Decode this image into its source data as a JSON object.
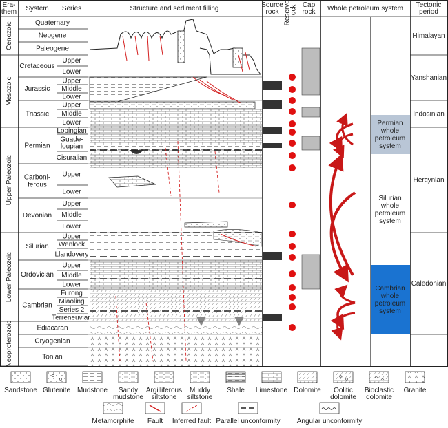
{
  "headers": {
    "erathem": "Era-\nthem",
    "system": "System",
    "series": "Series",
    "structure": "Structure and sediment filling",
    "source": "Source\nrock",
    "reservoir": "Reservoir\nrock",
    "cap": "Cap\nrock",
    "whole": "Whole petroleum system",
    "tectonic": "Tectonic\nperiod"
  },
  "erathems": [
    {
      "id": "cenozoic",
      "label": "Cenozoic"
    },
    {
      "id": "mesozoic",
      "label": "Mesozoic"
    },
    {
      "id": "upper-paleozoic",
      "label": "Upper Paleozoic"
    },
    {
      "id": "lower-paleozoic",
      "label": "Lower Paleozoic"
    },
    {
      "id": "neoproterozoic",
      "label": "Neoproterozoic"
    }
  ],
  "systems": [
    {
      "id": "quaternary",
      "label": "Quaternary"
    },
    {
      "id": "neogene",
      "label": "Neogene"
    },
    {
      "id": "paleogene",
      "label": "Paleogene"
    },
    {
      "id": "cretaceous",
      "label": "Cretaceous"
    },
    {
      "id": "jurassic",
      "label": "Jurassic"
    },
    {
      "id": "triassic",
      "label": "Triassic"
    },
    {
      "id": "permian",
      "label": "Permian"
    },
    {
      "id": "carboniferous",
      "label": "Carboni-\nferous"
    },
    {
      "id": "devonian",
      "label": "Devonian"
    },
    {
      "id": "silurian",
      "label": "Silurian"
    },
    {
      "id": "ordovician",
      "label": "Ordovician"
    },
    {
      "id": "cambrian",
      "label": "Cambrian"
    },
    {
      "id": "ediacaran",
      "label": "Ediacaran"
    },
    {
      "id": "cryogenian",
      "label": "Cryogenian"
    },
    {
      "id": "tonian",
      "label": "Tonian"
    }
  ],
  "series": [
    {
      "id": "cret-upper",
      "label": "Upper"
    },
    {
      "id": "cret-lower",
      "label": "Lower"
    },
    {
      "id": "jur-upper",
      "label": "Upper"
    },
    {
      "id": "jur-middle",
      "label": "Middle"
    },
    {
      "id": "jur-lower",
      "label": "Lower"
    },
    {
      "id": "tri-upper",
      "label": "Upper"
    },
    {
      "id": "tri-middle",
      "label": "Middle"
    },
    {
      "id": "tri-lower",
      "label": "Lower"
    },
    {
      "id": "perm-lopingian",
      "label": "Lopingian"
    },
    {
      "id": "perm-guadeloupian",
      "label": "Guade-\nloupian"
    },
    {
      "id": "perm-cisuralian",
      "label": "Cisuralian"
    },
    {
      "id": "carb-upper",
      "label": "Upper"
    },
    {
      "id": "carb-lower",
      "label": "Lower"
    },
    {
      "id": "dev-upper",
      "label": "Upper"
    },
    {
      "id": "dev-middle",
      "label": "Middle"
    },
    {
      "id": "dev-lower",
      "label": "Lower"
    },
    {
      "id": "sil-upper",
      "label": "Upper"
    },
    {
      "id": "sil-wenlock",
      "label": "Wenlock"
    },
    {
      "id": "sil-llandovery",
      "label": "Llandovery"
    },
    {
      "id": "ord-upper",
      "label": "Upper"
    },
    {
      "id": "ord-middle",
      "label": "Middle"
    },
    {
      "id": "ord-lower",
      "label": "Lower"
    },
    {
      "id": "cam-furong",
      "label": "Furong"
    },
    {
      "id": "cam-miaoling",
      "label": "Miaoling"
    },
    {
      "id": "cam-series2",
      "label": "Series 2"
    },
    {
      "id": "cam-terreneuvian",
      "label": "Terreneuvian"
    }
  ],
  "petroleum_systems": [
    {
      "id": "permian-system",
      "label": "Permian\nwhole\npetroleum\nsystem",
      "color": "#b9c6d6"
    },
    {
      "id": "silurian-system",
      "label": "Silurian\nwhole\npetroleum\nsystem",
      "color": "#ffffff"
    },
    {
      "id": "cambrian-system",
      "label": "Cambrian\nwhole\npetroleum\nsystem",
      "color": "#1a73d1"
    }
  ],
  "tectonic_periods": [
    {
      "id": "himalayan",
      "label": "Himalayan"
    },
    {
      "id": "yanshanian",
      "label": "Yanshanian"
    },
    {
      "id": "indosinian",
      "label": "Indosinian"
    },
    {
      "id": "hercynian",
      "label": "Hercynian"
    },
    {
      "id": "caledonian",
      "label": "Caledonian"
    }
  ],
  "legend": [
    {
      "id": "sandstone",
      "label": "Sandstone",
      "icon": "sandstone-icon"
    },
    {
      "id": "glutenite",
      "label": "Glutenite",
      "icon": "glutenite-icon"
    },
    {
      "id": "mudstone",
      "label": "Mudstone",
      "icon": "mudstone-icon"
    },
    {
      "id": "sandy-mudstone",
      "label": "Sandy\nmudstone",
      "icon": "sandy-mudstone-icon"
    },
    {
      "id": "argilliferous-siltstone",
      "label": "Argilliferous\nsiltstone",
      "icon": "argilliferous-siltstone-icon"
    },
    {
      "id": "muddy-siltstone",
      "label": "Muddy\nsiltstone",
      "icon": "muddy-siltstone-icon"
    },
    {
      "id": "shale",
      "label": "Shale",
      "icon": "shale-icon"
    },
    {
      "id": "limestone",
      "label": "Limestone",
      "icon": "limestone-icon"
    },
    {
      "id": "dolomite",
      "label": "Dolomite",
      "icon": "dolomite-icon"
    },
    {
      "id": "oolitic-dolomite",
      "label": "Oolitic\ndolomite",
      "icon": "oolitic-dolomite-icon"
    },
    {
      "id": "bioclastic-dolomite",
      "label": "Bioclastic\ndolomite",
      "icon": "bioclastic-dolomite-icon"
    },
    {
      "id": "granite",
      "label": "Granite",
      "icon": "granite-icon"
    },
    {
      "id": "metamorphite",
      "label": "Metamorphite",
      "icon": "metamorphite-icon"
    },
    {
      "id": "fault",
      "label": "Fault",
      "icon": "fault-icon"
    },
    {
      "id": "inferred-fault",
      "label": "Inferred fault",
      "icon": "inferred-fault-icon"
    },
    {
      "id": "parallel-unconformity",
      "label": "Parallel unconformity",
      "icon": "parallel-unconformity-icon"
    },
    {
      "id": "angular-unconformity",
      "label": "Angular unconformity",
      "icon": "angular-unconformity-icon"
    }
  ],
  "colors": {
    "fault": "#d42020",
    "reservoir": "#e01010",
    "cap": "#bdbdbd",
    "source": "#333333",
    "arrow": "#c81818"
  }
}
